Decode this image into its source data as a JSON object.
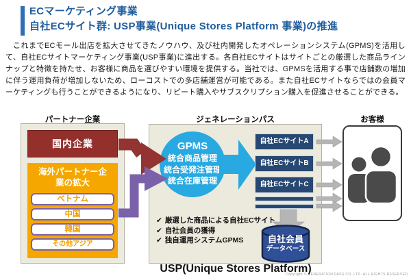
{
  "title": {
    "line1": "ECマーケティング事業",
    "line2": "自社ECサイト群: USP事業(Unique Stores Platform 事業)の推進"
  },
  "body_text": "これまでECモール出店を拡大させてきたノウハウ、及び社内開発したオペレーションシステム(GPMS)を活用して、自社ECサイトマーケティング事業(USP事業)に進出する。各自社ECサイトはサイトごとの厳選した商品ラインナップと特徴を持たせ、お客様に商品を選びやすい環境を提供する。当社では、GPMSを活用する事で店舗数の増加に伴う運用負荷が増加しないため、ローコストでの多店舗運営が可能である。また自社ECサイトならではの会員マーケティングも行うことができるようになり、リピート購入やサブスクリプション購入を促進させることができる。",
  "diagram": {
    "partner": {
      "header": "パートナー企業",
      "domestic": "国内企業",
      "overseas_title": "海外パートナー企業の拡大",
      "countries": [
        "ベトナム",
        "中国",
        "韓国",
        "その他アジア"
      ]
    },
    "genpath": {
      "header": "ジェネレーションパス",
      "circle": {
        "title": "GPMS",
        "lines": [
          "統合商品管理",
          "統合受発注管理",
          "統合在庫管理"
        ]
      },
      "check_glyph": "✔",
      "checklist": [
        "厳選した商品による自社ECサイト",
        "自社会員の獲得",
        "独自運用システムGPMS"
      ]
    },
    "sites": [
      "自社ECサイトA",
      "自社ECサイトB",
      "自社ECサイトC"
    ],
    "customer": {
      "header": "お客様"
    },
    "database": {
      "line1": "自社会員",
      "line2": "データベース"
    }
  },
  "caption": "USP(Unique Stores Platform)",
  "footer": "Copyright © GENERATION PASS CO.,LTD. ALL RIGHTS RESERVED.",
  "colors": {
    "title_blue": "#1f5c9d",
    "accent_bar_blue": "#2f6db5",
    "dark_red": "#943432",
    "orange": "#f5a700",
    "purple": "#7b61a9",
    "sky_blue": "#29a9e1",
    "navy": "#274872",
    "db_blue": "#2f4f97",
    "panel_beige": "#ece9dd",
    "arrow_gray": "#b5b5b5"
  }
}
